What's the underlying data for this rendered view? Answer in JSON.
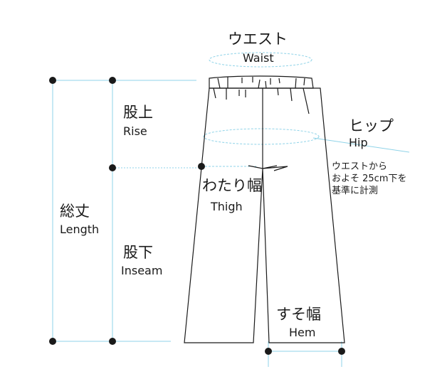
{
  "labels": {
    "waist": {
      "jp": "ウエスト",
      "en": "Waist"
    },
    "hip": {
      "jp": "ヒップ",
      "en": "Hip"
    },
    "hip_note": [
      "ウエストから",
      "およそ 25cm下を",
      "基準に計測"
    ],
    "rise": {
      "jp": "股上",
      "en": "Rise"
    },
    "length": {
      "jp": "総丈",
      "en": "Length"
    },
    "inseam": {
      "jp": "股下",
      "en": "Inseam"
    },
    "thigh": {
      "jp": "わたり幅",
      "en": "Thigh"
    },
    "hem": {
      "jp": "すそ幅",
      "en": "Hem"
    }
  },
  "colors": {
    "guide": "#8fd3e8",
    "outline": "#1a1a1a",
    "dot": "#1a1a1a"
  }
}
